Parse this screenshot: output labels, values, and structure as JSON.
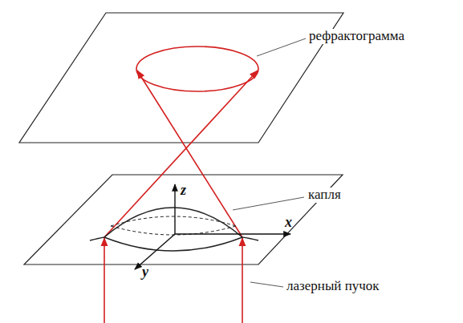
{
  "diagram": {
    "labels": [
      "рефрактограмма",
      "z",
      "капля",
      "x",
      "y",
      "лазерный пучок"
    ]
  }
}
